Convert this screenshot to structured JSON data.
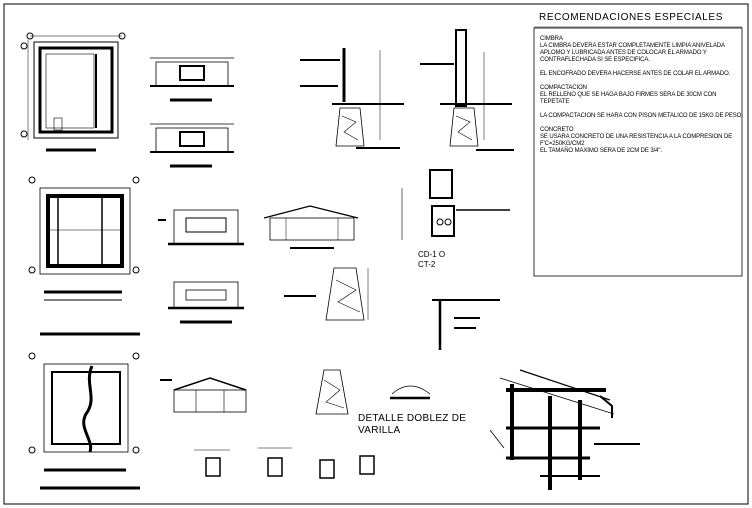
{
  "sheet": {
    "title": "RECOMENDACIONES ESPECIALES",
    "notes": {
      "cimbra_heading": "CIMBRA",
      "cimbra_1": "LA CIMBRA DEVERA ESTAR COMPLETAMENTE LIMPIA ANIVELADA APLOMO Y LUBRICADA ANTES DE COLOCAR EL ARMADO Y CONTRAFLECHADA SI SE ESPECIFICA.",
      "cimbra_2": "EL ENCOFRADO DEVERA HACERSE ANTES DE COLAR EL ARMADO.",
      "compactacion_heading": "COMPACTACION",
      "compactacion_1": "EL RELLENO QUE SE HAGA BAJO FIRMES SERA DE 30CM CON TEPETATE",
      "compactacion_2": "LA COMPACTACION SE HARA CON PISON METALICO DE 15KG DE PESO.",
      "concreto_heading": "CONCRETO",
      "concreto_1": "SE USARA CONCRETO DE UNA RESISTENCIA A LA COMPRESION DE F'C=250KG/CM2",
      "concreto_2": "EL TAMAÑO MAXIMO SERA DE 2CM DE 3/4\"."
    },
    "labels": {
      "cd_1": "CD-1 O",
      "ct_2": "CT-2",
      "detalle_1": "DETALLE DOBLEZ DE",
      "detalle_2": "VARILLA"
    }
  }
}
